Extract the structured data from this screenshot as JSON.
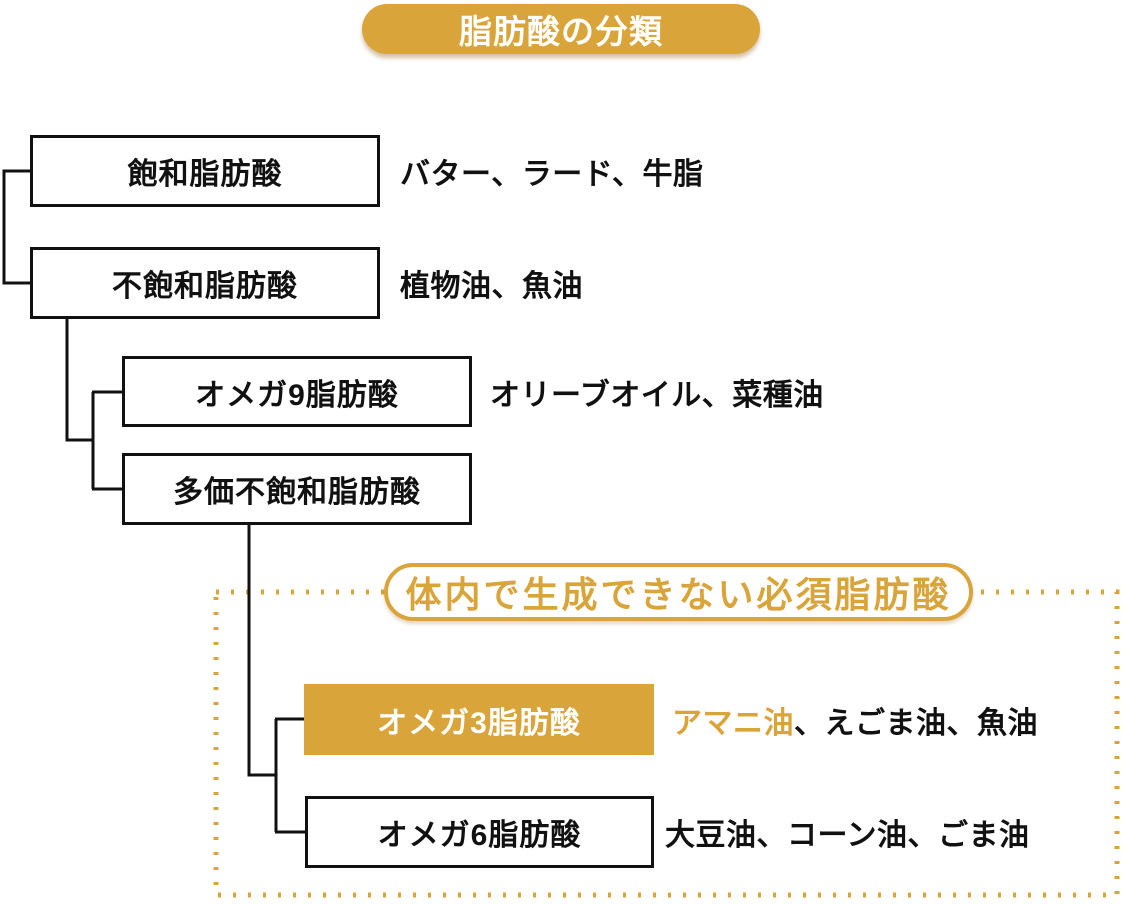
{
  "title": {
    "label": "脂肪酸の分類"
  },
  "colors": {
    "accent_orange": "#D9A43A",
    "line_black": "#111111",
    "background": "#FFFFFF"
  },
  "tree": {
    "saturated": {
      "label": "飽和脂肪酸",
      "examples": "バター、ラード、牛脂"
    },
    "unsaturated": {
      "label": "不飽和脂肪酸",
      "examples": "植物油、魚油"
    },
    "omega9": {
      "label": "オメガ9脂肪酸",
      "examples": "オリーブオイル、菜種油"
    },
    "polyunsaturated": {
      "label": "多価不飽和脂肪酸"
    },
    "essential_badge": {
      "label": "体内で生成できない必須脂肪酸"
    },
    "omega3": {
      "label": "オメガ3脂肪酸",
      "example_highlight": "アマニ油",
      "example_rest": "、えごま油、魚油"
    },
    "omega6": {
      "label": "オメガ6脂肪酸",
      "examples": "大豆油、コーン油、ごま油"
    }
  }
}
